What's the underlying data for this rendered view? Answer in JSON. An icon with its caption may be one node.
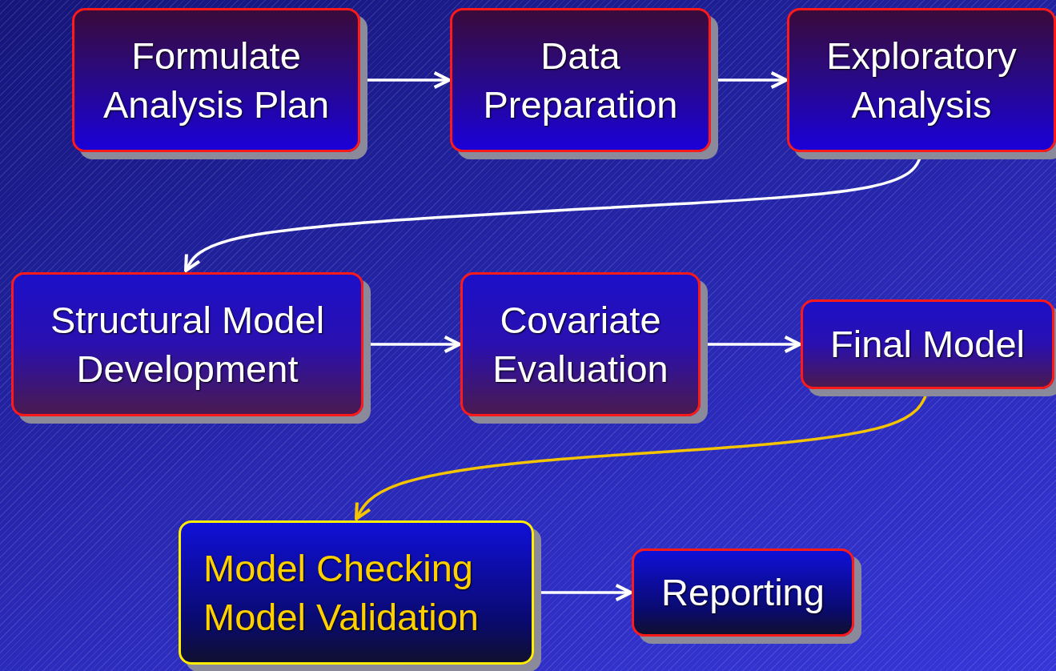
{
  "diagram": {
    "nodes": [
      {
        "text": [
          "Formulate Analysis Plan"
        ]
      },
      {
        "text": [
          "Data Preparation"
        ]
      },
      {
        "text": [
          "Exploratory Analysis"
        ]
      },
      {
        "text": [
          "Structural Model Development"
        ]
      },
      {
        "text": [
          "Covariate Evaluation"
        ]
      },
      {
        "text": [
          "Final Model"
        ]
      },
      {
        "text": [
          "Model Checking Model Validation"
        ]
      },
      {
        "text": [
          "Reporting"
        ]
      }
    ],
    "edges": [
      {
        "from": 0,
        "to": 1,
        "arrow": "to"
      },
      {
        "from": 1,
        "to": 2,
        "arrow": "to"
      },
      {
        "from": 2,
        "to": 3,
        "arrow": "to"
      },
      {
        "from": 3,
        "to": 4,
        "arrow": "to"
      },
      {
        "from": 4,
        "to": 5,
        "arrow": "to"
      },
      {
        "from": 5,
        "to": 6,
        "arrow": "to",
        "color": "#f5c400"
      },
      {
        "from": 6,
        "to": 7,
        "arrow": "to"
      }
    ]
  }
}
